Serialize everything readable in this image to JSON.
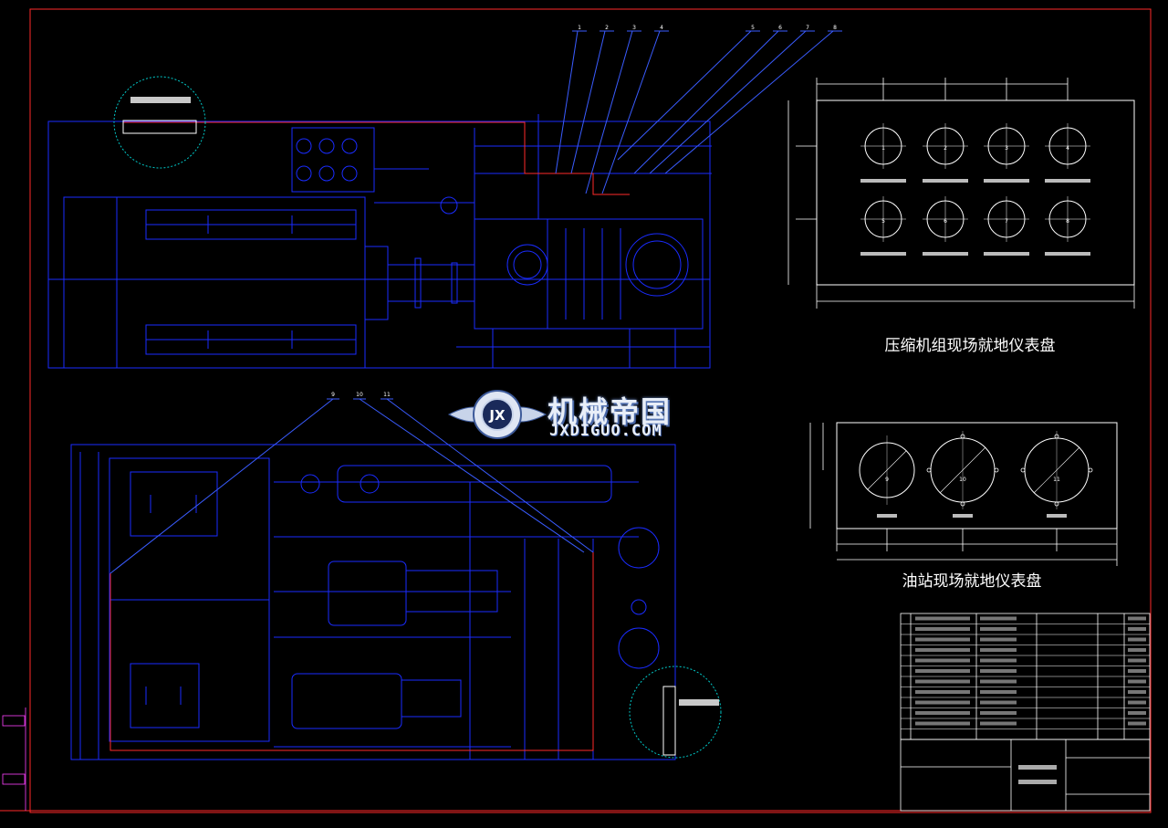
{
  "titles": {
    "compressor_panel": "压缩机组现场就地仪表盘",
    "oil_station_panel": "油站现场就地仪表盘"
  },
  "watermark": {
    "brand_cn": "机械帝国",
    "brand_en": "JXDIGUO.COM",
    "logo_letters": "JX"
  },
  "colors": {
    "background": "#000000",
    "frame": "#ff2a2a",
    "linework": "#1a2cff",
    "callout": "#3a5cff",
    "dimension": "#ffffff",
    "panel": "#ffffff",
    "detail_circle": "#00c8c8"
  },
  "compressor_gauges": [
    {
      "num": "1"
    },
    {
      "num": "2"
    },
    {
      "num": "3"
    },
    {
      "num": "4"
    },
    {
      "num": "5"
    },
    {
      "num": "6"
    },
    {
      "num": "7"
    },
    {
      "num": "8"
    }
  ],
  "oil_gauges": [
    {
      "num": "9"
    },
    {
      "num": "10"
    },
    {
      "num": "11"
    }
  ],
  "callouts_top": [
    "1",
    "2",
    "3",
    "4",
    "5",
    "6",
    "7",
    "8"
  ],
  "callouts_bottom": [
    "9",
    "10",
    "11"
  ]
}
